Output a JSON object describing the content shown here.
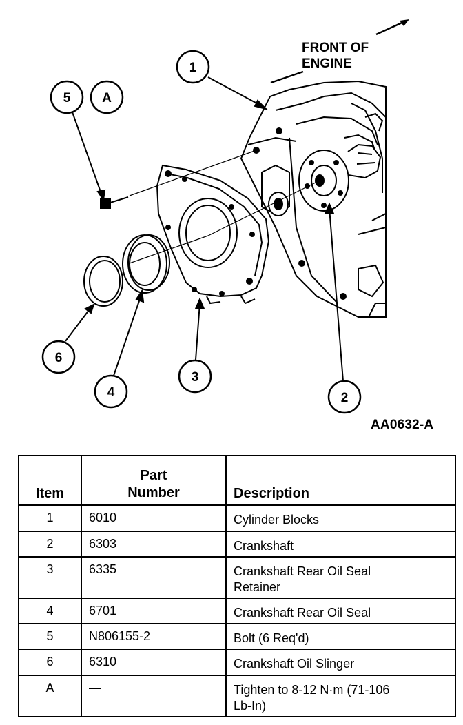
{
  "diagram": {
    "front_label_line1": "FRONT OF",
    "front_label_line2": "ENGINE",
    "figure_id": "AA0632-A",
    "callouts": [
      "1",
      "2",
      "3",
      "4",
      "5",
      "A",
      "6"
    ]
  },
  "table": {
    "headers": {
      "item": "Item",
      "part_line1": "Part",
      "part_line2": "Number",
      "description": "Description"
    },
    "rows": [
      {
        "item": "1",
        "part": "6010",
        "desc_line1": "Cylinder Blocks",
        "desc_line2": ""
      },
      {
        "item": "2",
        "part": "6303",
        "desc_line1": "Crankshaft",
        "desc_line2": ""
      },
      {
        "item": "3",
        "part": "6335",
        "desc_line1": "Crankshaft Rear Oil Seal",
        "desc_line2": "Retainer"
      },
      {
        "item": "4",
        "part": "6701",
        "desc_line1": "Crankshaft Rear Oil Seal",
        "desc_line2": ""
      },
      {
        "item": "5",
        "part": "N806155-2",
        "desc_line1": "Bolt (6 Req'd)",
        "desc_line2": ""
      },
      {
        "item": "6",
        "part": "6310",
        "desc_line1": "Crankshaft Oil Slinger",
        "desc_line2": ""
      },
      {
        "item": "A",
        "part": "—",
        "desc_line1": "Tighten to 8-12 N·m (71-106",
        "desc_line2": "Lb-In)"
      }
    ]
  }
}
